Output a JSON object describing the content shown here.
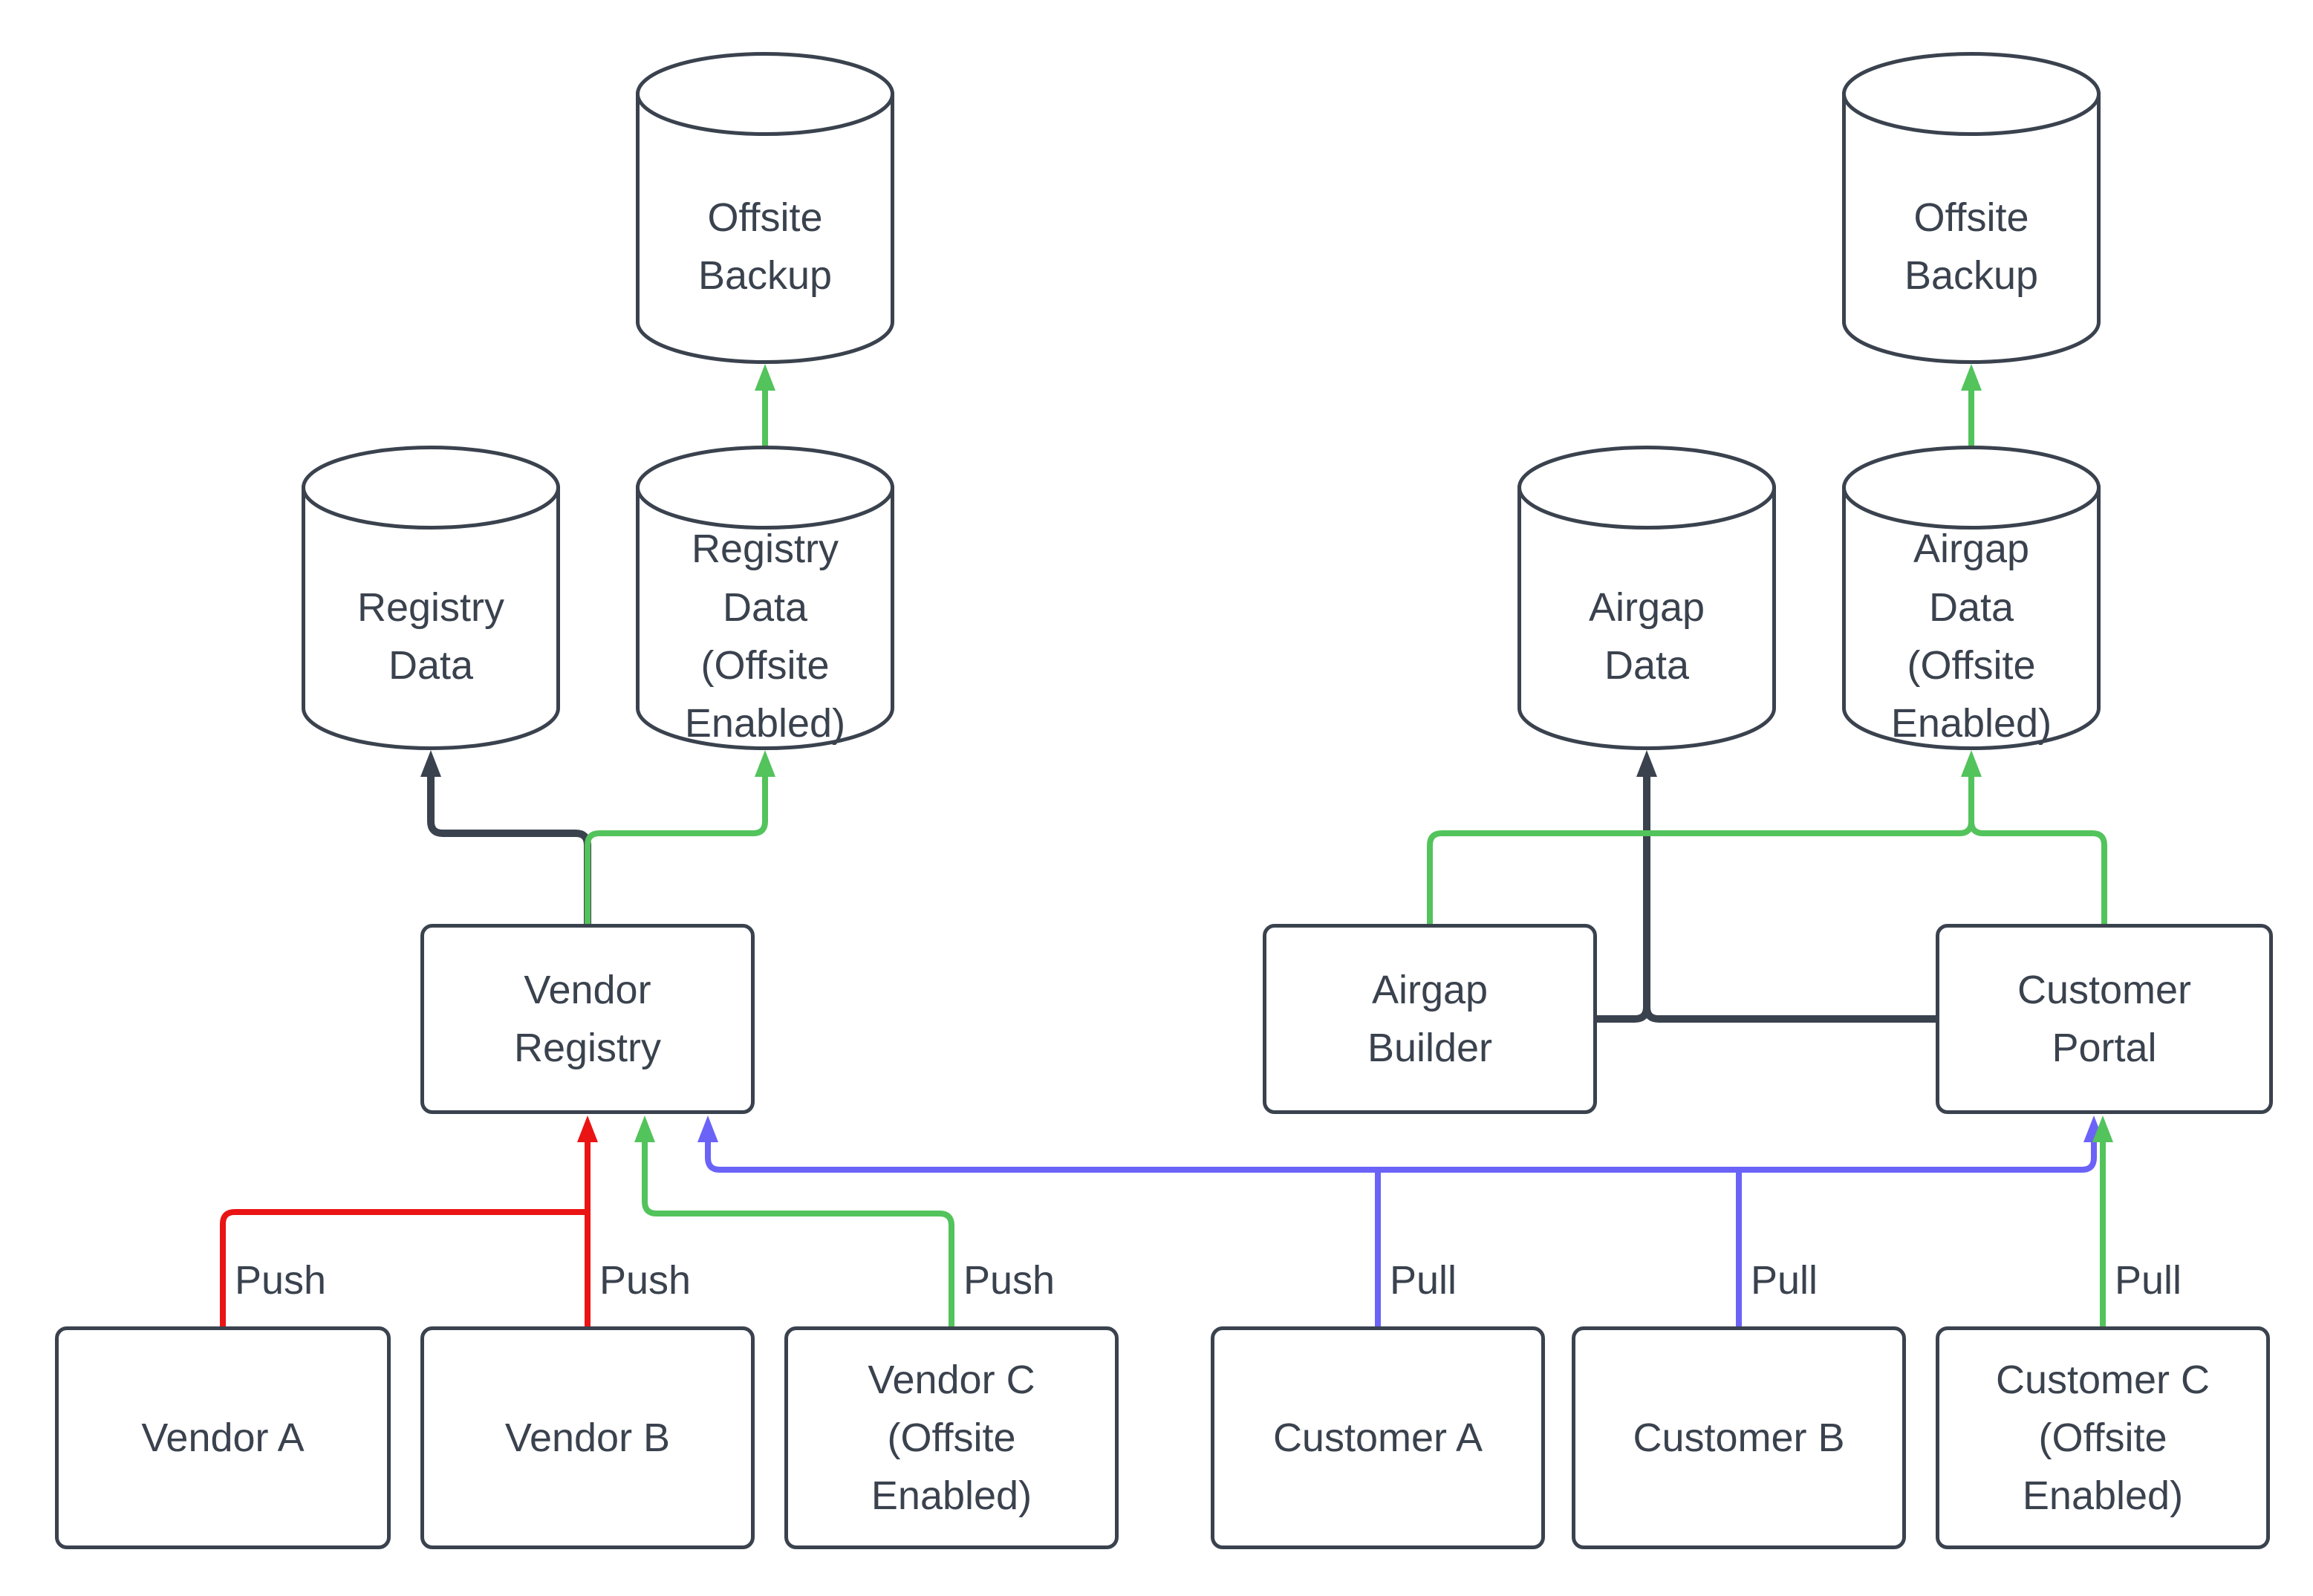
{
  "diagram": {
    "nodes": {
      "offsite_backup_left": "Offsite Backup",
      "registry_data": "Registry Data",
      "registry_data_offsite": "Registry Data (Offsite Enabled)",
      "vendor_registry": "Vendor Registry",
      "vendor_a": "Vendor A",
      "vendor_b": "Vendor B",
      "vendor_c": "Vendor C (Offsite Enabled)",
      "airgap_data": "Airgap Data",
      "airgap_data_offsite": "Airgap Data (Offsite Enabled)",
      "airgap_builder": "Airgap Builder",
      "customer_portal": "Customer Portal",
      "customer_a": "Customer A",
      "customer_b": "Customer B",
      "customer_c": "Customer C (Offsite Enabled)",
      "offsite_backup_right": "Offsite Backup"
    },
    "edge_labels": {
      "push_vendor_a": "Push",
      "push_vendor_b": "Push",
      "push_vendor_c": "Push",
      "pull_customer_a": "Pull",
      "pull_customer_b": "Pull",
      "pull_customer_c": "Pull"
    },
    "edges": [
      {
        "from": "vendor_registry",
        "to": "registry_data",
        "color": "dark"
      },
      {
        "from": "vendor_registry",
        "to": "registry_data_offsite",
        "color": "green"
      },
      {
        "from": "registry_data_offsite",
        "to": "offsite_backup_left",
        "color": "green"
      },
      {
        "from": "vendor_a",
        "to": "vendor_registry",
        "color": "red",
        "label": "Push"
      },
      {
        "from": "vendor_b",
        "to": "vendor_registry",
        "color": "red",
        "label": "Push"
      },
      {
        "from": "vendor_c",
        "to": "vendor_registry",
        "color": "green",
        "label": "Push"
      },
      {
        "from": "customer_a",
        "to": "vendor_registry",
        "color": "blue",
        "label": "Pull"
      },
      {
        "from": "customer_b",
        "to": "vendor_registry",
        "color": "blue",
        "label": "Pull"
      },
      {
        "from": "customer_a",
        "to": "customer_portal",
        "color": "blue",
        "label": "Pull"
      },
      {
        "from": "customer_b",
        "to": "customer_portal",
        "color": "blue",
        "label": "Pull"
      },
      {
        "from": "customer_c",
        "to": "customer_portal",
        "color": "green",
        "label": "Pull"
      },
      {
        "from": "airgap_builder",
        "to": "airgap_data",
        "color": "dark"
      },
      {
        "from": "customer_portal",
        "to": "airgap_data",
        "color": "dark"
      },
      {
        "from": "airgap_builder",
        "to": "airgap_data_offsite",
        "color": "green"
      },
      {
        "from": "customer_portal",
        "to": "airgap_data_offsite",
        "color": "green"
      },
      {
        "from": "airgap_data_offsite",
        "to": "offsite_backup_right",
        "color": "green"
      }
    ],
    "colors": {
      "dark": "#3a424e",
      "green": "#53c35c",
      "red": "#ea1414",
      "blue": "#6b63f7"
    }
  }
}
